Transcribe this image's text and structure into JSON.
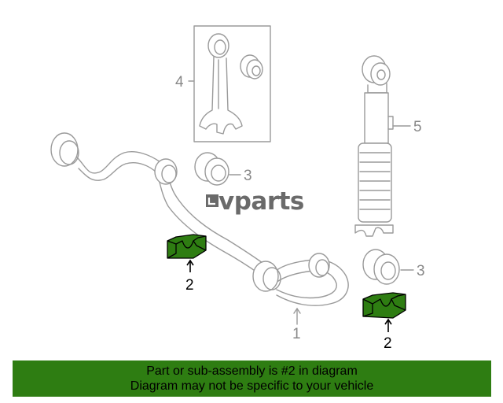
{
  "logo": {
    "text": "vparts"
  },
  "callouts": {
    "c1": "1",
    "c2a": "2",
    "c2b": "2",
    "c3a": "3",
    "c3b": "3",
    "c4": "4",
    "c5": "5"
  },
  "banner": {
    "line1": "Part or sub-assembly is #2 in diagram",
    "line2": "Diagram may not be specific to your vehicle"
  },
  "colors": {
    "highlight": "#2e7d12",
    "banner": "#2e7d12",
    "line": "#9a9a9a"
  }
}
